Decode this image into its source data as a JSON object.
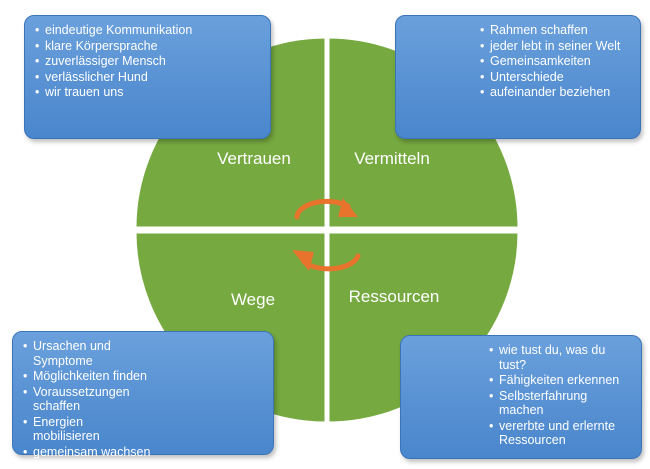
{
  "quadrants": {
    "top_left": "Vertrauen",
    "top_right": "Vermitteln",
    "bottom_left": "Wege",
    "bottom_right": "Ressourcen"
  },
  "boxes": {
    "top_left": [
      "eindeutige Kommunikation",
      "klare Körpersprache",
      "zuverlässiger Mensch",
      "verlässlicher Hund",
      "wir trauen uns"
    ],
    "top_right": [
      "Rahmen schaffen",
      "jeder lebt in seiner Welt",
      "Gemeinsamkeiten",
      "Unterschiede",
      "aufeinander beziehen"
    ],
    "bottom_left": [
      "Ursachen und Symptome",
      "Möglichkeiten finden",
      "Voraussetzungen schaffen",
      "Energien mobilisieren",
      "gemeinsam wachsen"
    ],
    "bottom_right": [
      "wie tust du, was du tust?",
      "Fähigkeiten erkennen",
      "Selbsterfahrung machen",
      "vererbte und erlernte Ressourcen"
    ]
  },
  "colors": {
    "quadrant_fill": "#76a940",
    "box_fill": "#5b94d6",
    "arrow": "#e8732c"
  },
  "icons": {
    "center": "cycle-arrows-icon"
  }
}
